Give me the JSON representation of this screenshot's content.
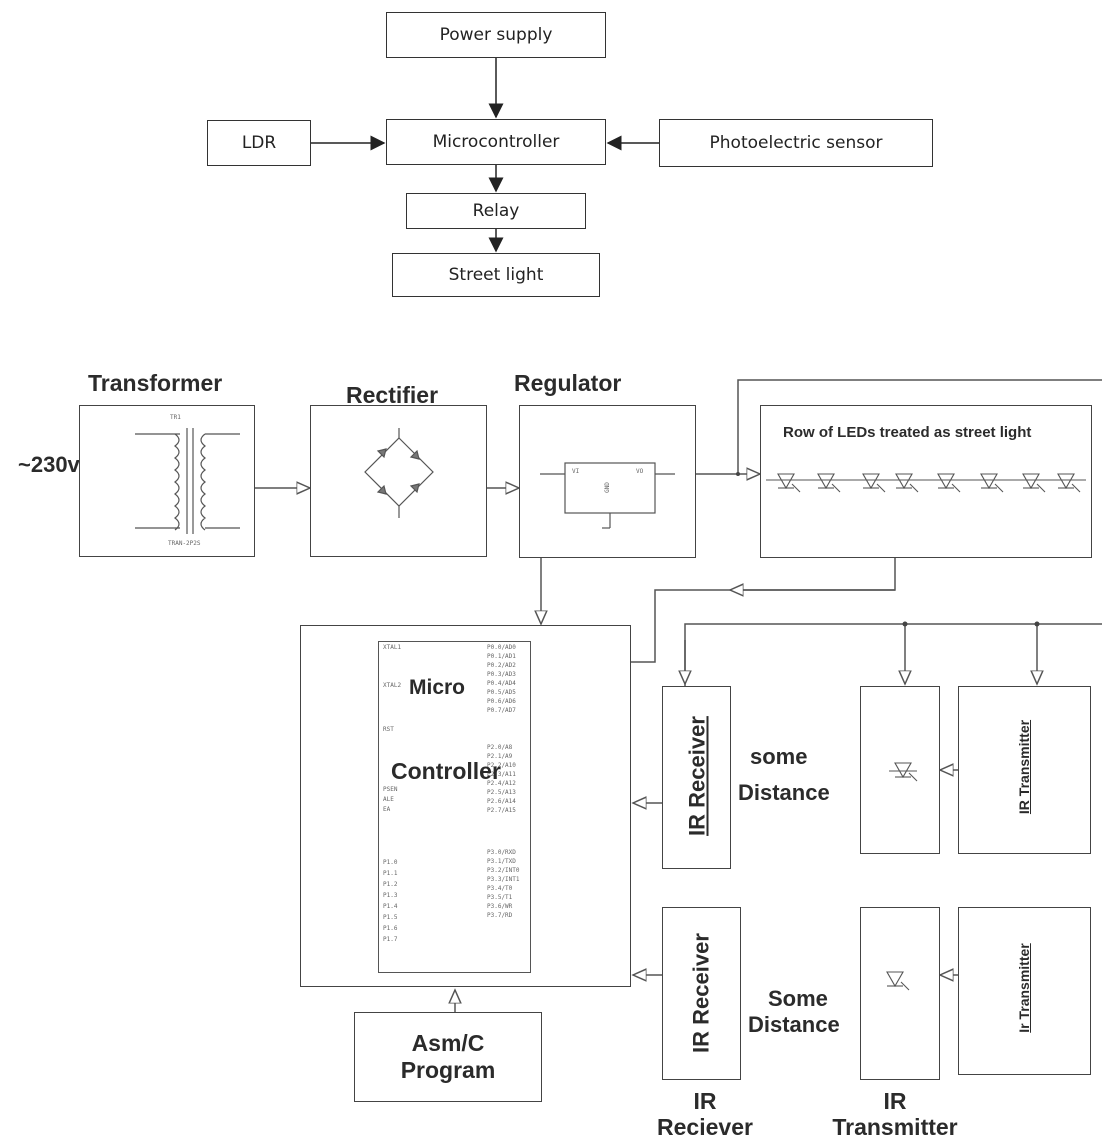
{
  "block_diagram": {
    "power_supply": "Power supply",
    "ldr": "LDR",
    "microcontroller": "Microcontroller",
    "photoelectric_sensor": "Photoelectric sensor",
    "relay": "Relay",
    "street_light": "Street light"
  },
  "circuit": {
    "input_voltage": "~230v",
    "transformer_label": "Transformer",
    "transformer_ref": "TR1",
    "transformer_part": "TRAN-2P2S",
    "rectifier_label": "Rectifier",
    "regulator_label": "Regulator",
    "regulator_pins": {
      "vi": "VI",
      "vo": "VO",
      "gnd": "GND"
    },
    "led_row_label": "Row of LEDs treated as street light",
    "micro_label": "Micro",
    "controller_label": "Controller",
    "mcu_left_pins": [
      "XTAL1",
      "XTAL2",
      "RST",
      "PSEN",
      "ALE",
      "EA",
      "P1.0",
      "P1.1",
      "P1.2",
      "P1.3",
      "P1.4",
      "P1.5",
      "P1.6",
      "P1.7"
    ],
    "mcu_right_pins": [
      "P0.0/AD0",
      "P0.1/AD1",
      "P0.2/AD2",
      "P0.3/AD3",
      "P0.4/AD4",
      "P0.5/AD5",
      "P0.6/AD6",
      "P0.7/AD7",
      "P2.0/A8",
      "P2.1/A9",
      "P2.2/A10",
      "P2.3/A11",
      "P2.4/A12",
      "P2.5/A13",
      "P2.6/A14",
      "P2.7/A15",
      "P3.0/RXD",
      "P3.1/TXD",
      "P3.2/INT0",
      "P3.3/INT1",
      "P3.4/T0",
      "P3.5/T1",
      "P3.6/WR",
      "P3.7/RD"
    ],
    "program_line1": "Asm/C",
    "program_line2": "Program",
    "ir_receiver_1": "IR Receiver",
    "distance_1_line1": "some",
    "distance_1_line2": "Distance",
    "ir_transmitter_1": "IR Transmitter",
    "ir_receiver_2": "IR Receiver",
    "distance_2_line1": "Some",
    "distance_2_line2": "Distance",
    "ir_transmitter_2": "Ir Transmitter",
    "bottom_receiver_line1": "IR",
    "bottom_receiver_line2": "Reciever",
    "bottom_transmitter_line1": "IR",
    "bottom_transmitter_line2": "Transmitter"
  }
}
